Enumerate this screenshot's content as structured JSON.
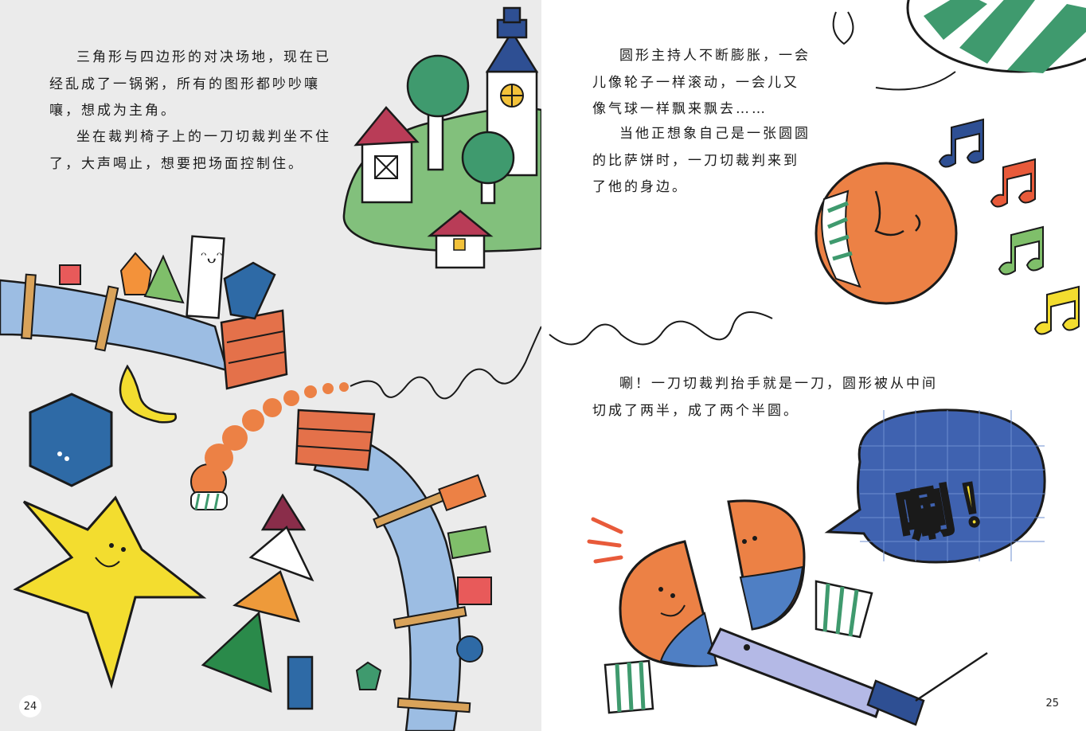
{
  "left_page": {
    "paragraph_1": "三角形与四边形的对决场地，现在已经乱成了一锅粥，所有的图形都吵吵嚷嚷，想成为主角。",
    "paragraph_2": "坐在裁判椅子上的一刀切裁判坐不住了，大声喝止，想要把场面控制住。",
    "page_number": "24"
  },
  "right_page": {
    "paragraph_1": "圆形主持人不断膨胀，一会儿像轮子一样滚动，一会儿又像气球一样飘来飘去……",
    "paragraph_2": "当他正想象自己是一张圆圆的比萨饼时，一刀切裁判来到了他的身边。",
    "paragraph_3": "唰！一刀切裁判抬手就是一刀，圆形被从中间切成了两半，成了两个半圆。",
    "speech_bubble": "唰！",
    "page_number": "25"
  },
  "colors": {
    "left_background": "#ebebeb",
    "blue": "#2e6aa6",
    "orange": "#ec8145",
    "yellow": "#f3dd2f",
    "green": "#82c07c",
    "bubble_blue": "#3f62b0"
  }
}
